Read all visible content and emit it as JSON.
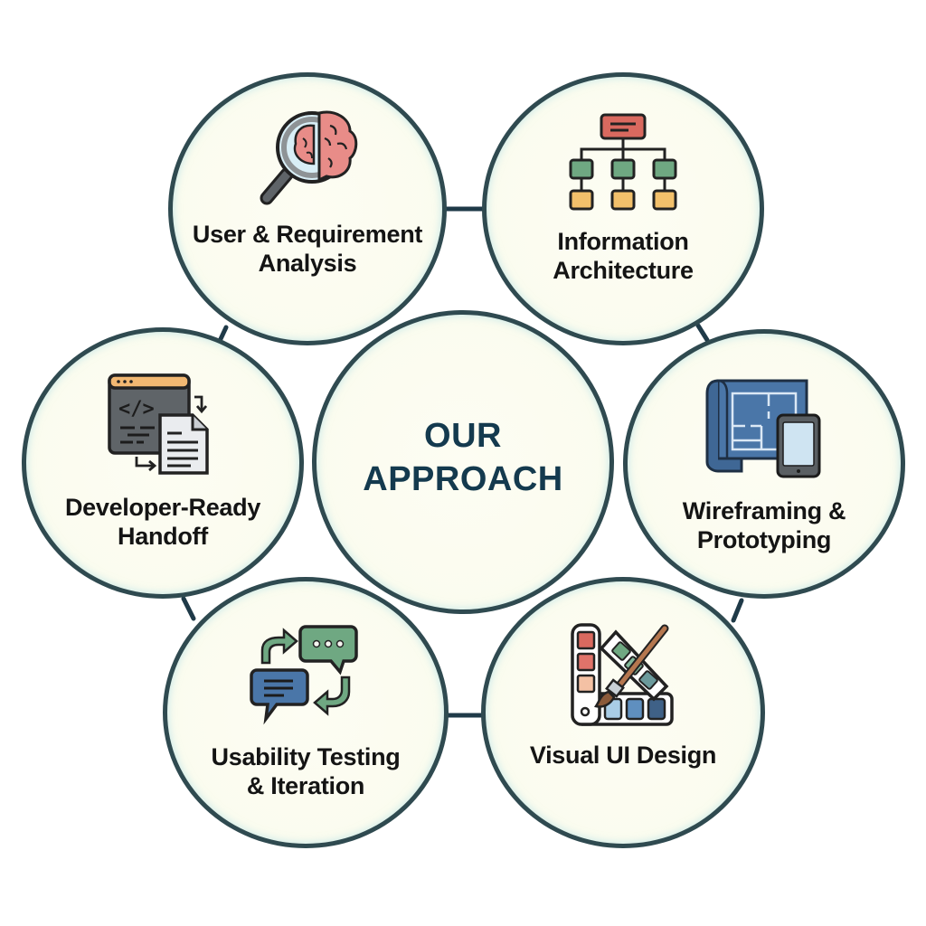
{
  "diagram": {
    "center": {
      "line1": "OUR",
      "line2": "APPROACH",
      "text_color": "#143a4e"
    },
    "nodes": [
      {
        "id": "user-requirement-analysis",
        "line1": "User & Requirement",
        "line2": "Analysis",
        "icon": "magnifier-brain-icon",
        "position": "top-left"
      },
      {
        "id": "information-architecture",
        "line1": "Information",
        "line2": "Architecture",
        "icon": "sitemap-hierarchy-icon",
        "position": "top-right"
      },
      {
        "id": "wireframing-prototyping",
        "line1": "Wireframing &",
        "line2": "Prototyping",
        "icon": "blueprint-tablet-icon",
        "position": "right"
      },
      {
        "id": "visual-ui-design",
        "line1": "Visual UI Design",
        "line2": "",
        "icon": "color-palette-brush-icon",
        "position": "bottom-right"
      },
      {
        "id": "usability-testing-iteration",
        "line1": "Usability Testing",
        "line2": "& Iteration",
        "icon": "feedback-chat-cycle-icon",
        "position": "bottom-left"
      },
      {
        "id": "developer-ready-handoff",
        "line1": "Developer-Ready",
        "line2": "Handoff",
        "icon": "code-window-document-icon",
        "position": "left"
      }
    ],
    "colors": {
      "circle_border": "#2f4a50",
      "circle_fill": "#fbfcef",
      "connector": "#1f3a48",
      "label_text": "#141414",
      "red": "#d9695f",
      "green": "#6fa882",
      "yellow": "#f2c06b",
      "blue": "#4a76a8",
      "gray": "#5f6468"
    }
  }
}
